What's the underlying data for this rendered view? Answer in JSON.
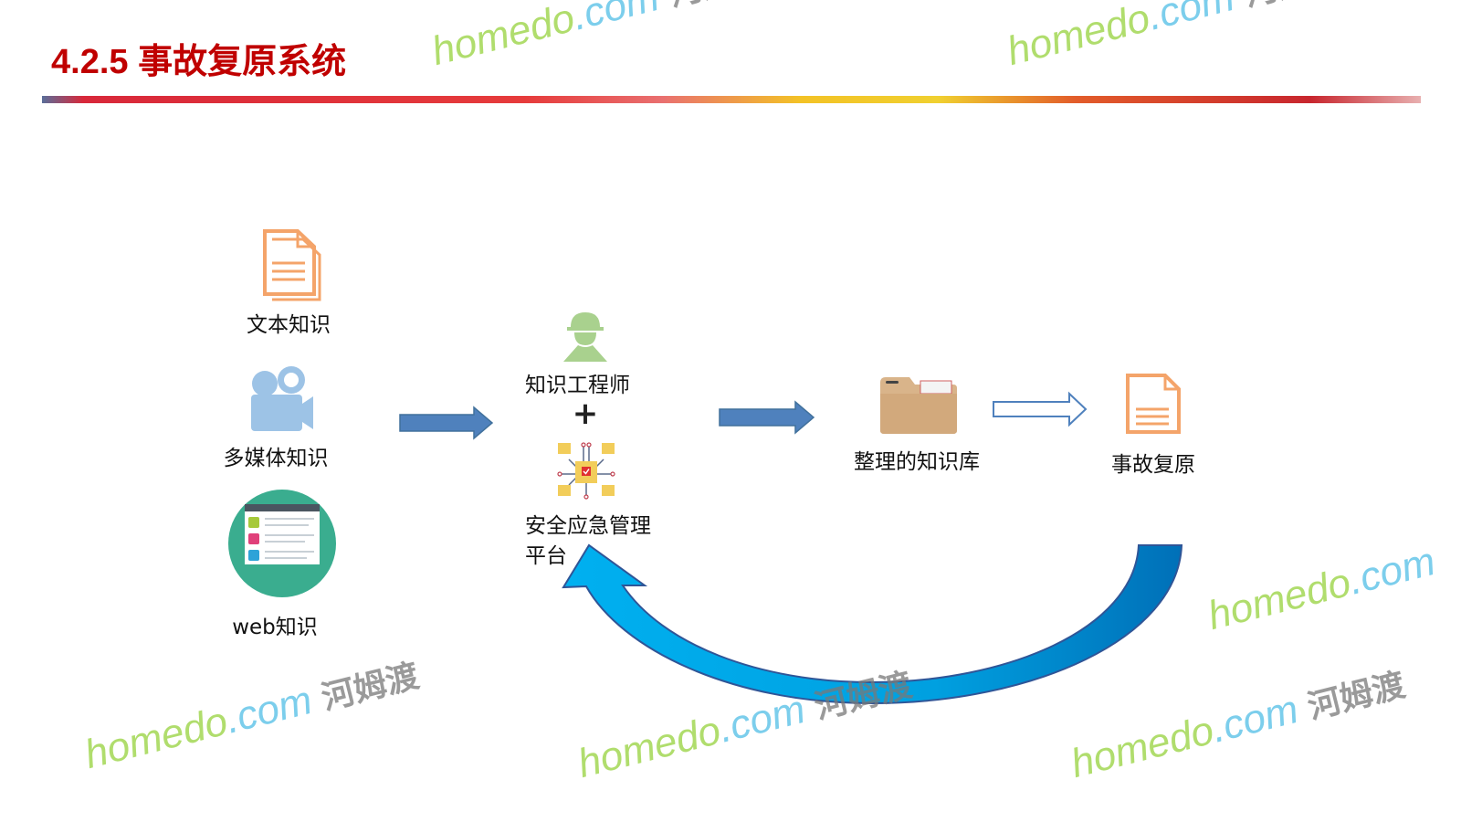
{
  "slide": {
    "title": "4.2.5 事故复原系统"
  },
  "diagram": {
    "sources": [
      {
        "label": "文本知识",
        "icon": "text-document-icon"
      },
      {
        "label": "多媒体知识",
        "icon": "multimedia-camera-icon"
      },
      {
        "label": "web知识",
        "icon": "web-page-icon"
      }
    ],
    "engineer": {
      "label": "知识工程师",
      "icon": "worker-hardhat-icon"
    },
    "plus": "+",
    "platform": {
      "label_line1": "安全应急管理",
      "label_line2": "平台",
      "icon": "circuit-folder-icon"
    },
    "knowledge_base": {
      "label": "整理的知识库",
      "icon": "folder-icon"
    },
    "result": {
      "label": "事故复原",
      "icon": "document-icon"
    }
  },
  "watermark": {
    "brand": "homedo",
    "domain": ".com",
    "cn": "河姆渡"
  },
  "colors": {
    "title": "#c00000",
    "arrow_blue": "#4f81bd",
    "cycle_arrow": "#00a0e0",
    "icon_orange": "#f4a46a",
    "icon_green": "#a9d18e"
  }
}
